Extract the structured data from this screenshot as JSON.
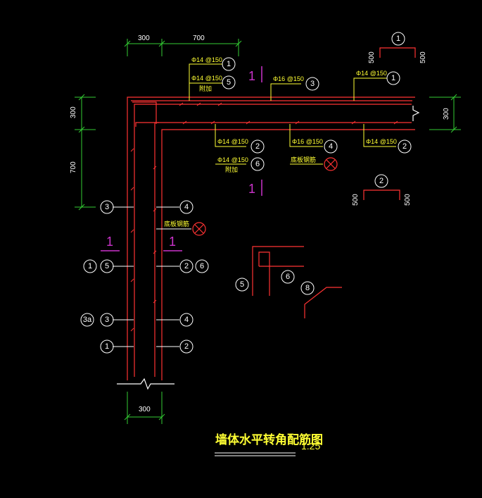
{
  "dimensions": {
    "top_300": "300",
    "top_700": "700",
    "left_300": "300",
    "left_700": "700",
    "right_300": "300",
    "bottom_300": "300",
    "d1_left_500": "500",
    "d1_right_500": "500",
    "d2_left_500": "500",
    "d2_right_500": "500"
  },
  "rebar_labels": {
    "top_1": "Φ14 @150",
    "top_5": "Φ14 @150",
    "top_5_note": "附加",
    "top_3": "Φ16 @150",
    "top_1b": "Φ14 @150",
    "mid_2": "Φ14 @150",
    "mid_6": "Φ14 @150",
    "mid_6_note": "附加",
    "mid_4": "Φ16 @150",
    "mid_4_note": "底板钢筋",
    "mid_2b": "Φ14 @150",
    "wall_note": "底板钢筋"
  },
  "markers": {
    "m1": "1",
    "m5": "5",
    "m3": "3",
    "m1b": "1",
    "m2": "2",
    "m6": "6",
    "m4": "4",
    "m2b": "2",
    "left_3": "3",
    "right_4": "4",
    "left_1": "1",
    "left_5": "5",
    "right_2": "2",
    "right_6": "6",
    "left_3a": "3a",
    "left_3b": "3",
    "right_4b": "4",
    "left_1c": "1",
    "right_2c": "2",
    "detail_1": "1",
    "detail_2": "2",
    "detail_5": "5",
    "detail_6": "6",
    "detail_8": "8"
  },
  "sections": {
    "top": "1",
    "mid": "1",
    "left_a": "1",
    "left_b": "1"
  },
  "title": {
    "text": "墙体水平转角配筋图",
    "scale": "1:25"
  },
  "colors": {
    "background": "#000000",
    "rebar": "#ff3333",
    "dimension": "#33cc33",
    "leader": "#ffff33",
    "section": "#cc33cc",
    "text": "#ffffff"
  }
}
